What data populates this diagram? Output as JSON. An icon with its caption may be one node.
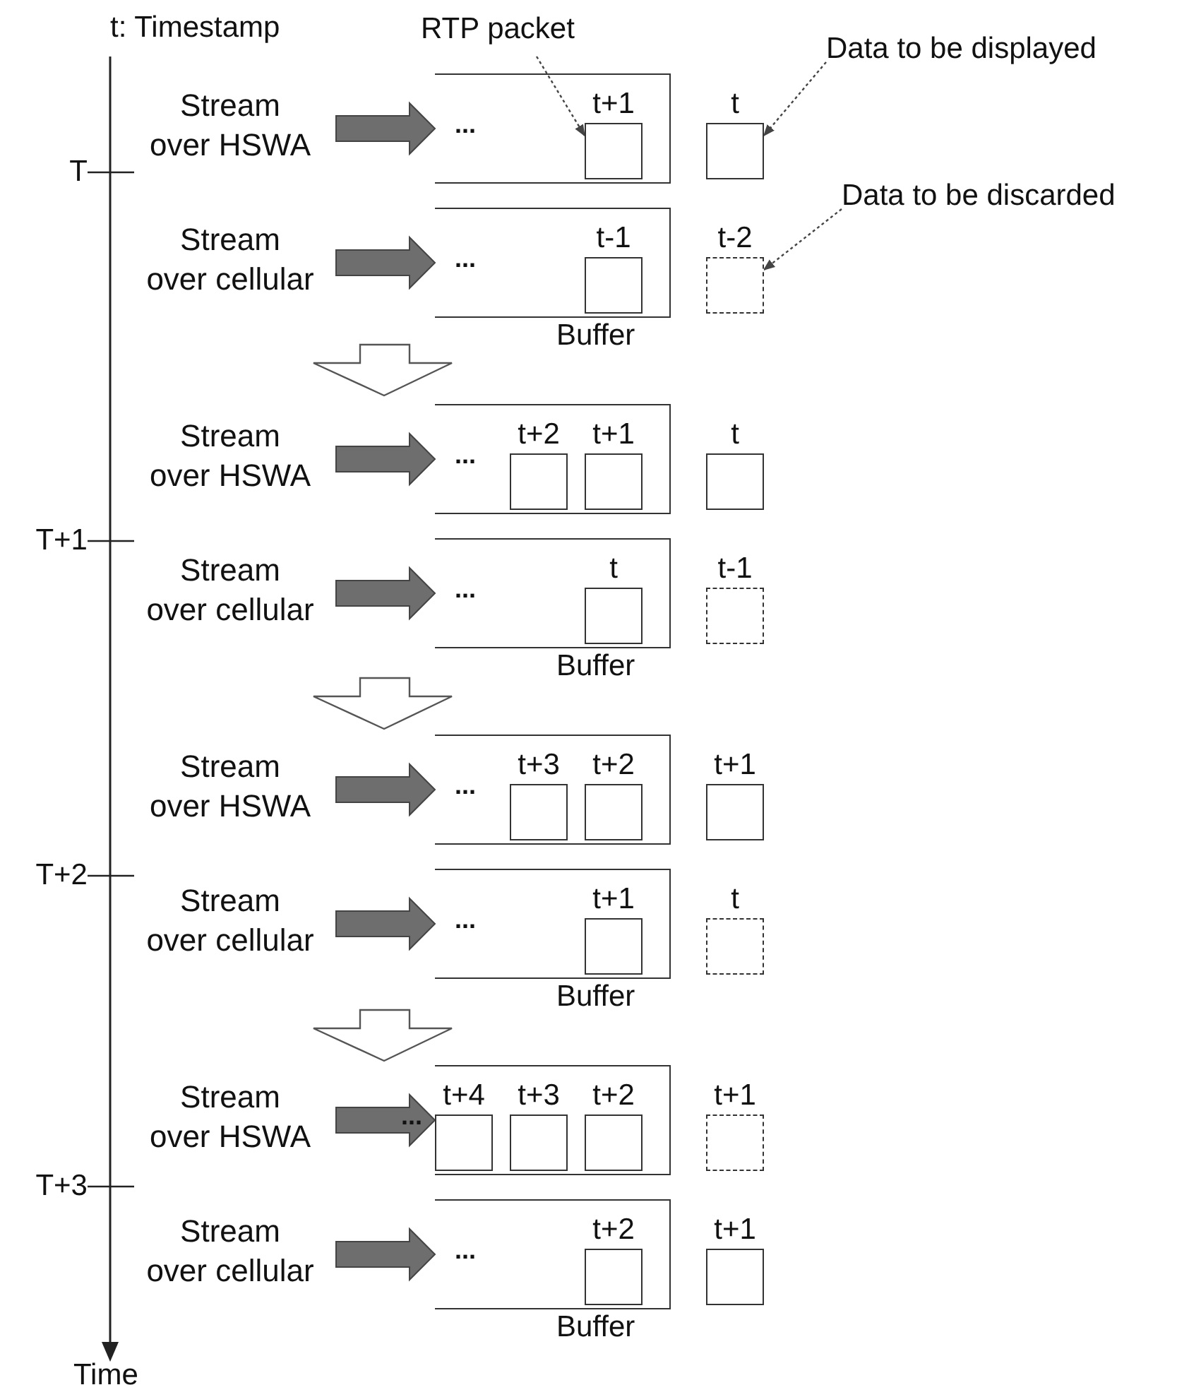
{
  "diagram": {
    "nodes": [
      {
        "text": [
          "RTP packet"
        ]
      },
      {
        "text": [
          "Data to be displayed"
        ]
      },
      {
        "text": [
          "Data to be discarded"
        ]
      },
      {
        "text": [
          "Stream over HSWA"
        ]
      },
      {
        "text": [
          "..."
        ]
      },
      {
        "text": [
          "t+1"
        ],
        "in": 4
      },
      {
        "text": [
          "t"
        ]
      },
      {
        "text": [
          "Stream over cellular"
        ]
      },
      {
        "text": [
          "..."
        ],
        "beside": [
          "Buffer"
        ]
      },
      {
        "text": [
          "t-1"
        ],
        "in": 8
      },
      {
        "text": [
          "t-2"
        ]
      },
      {
        "text": [
          "Stream over HSWA"
        ]
      },
      {
        "text": [
          "..."
        ]
      },
      {
        "text": [
          "t+2"
        ],
        "in": 12
      },
      {
        "text": [
          "t+1"
        ],
        "in": 12
      },
      {
        "text": [
          "t"
        ]
      },
      {
        "text": [
          "Stream over cellular"
        ]
      },
      {
        "text": [
          "..."
        ],
        "beside": [
          "Buffer"
        ]
      },
      {
        "text": [
          "t"
        ],
        "in": 17
      },
      {
        "text": [
          "t-1"
        ]
      },
      {
        "text": [
          "Stream over HSWA"
        ]
      },
      {
        "text": [
          "..."
        ]
      },
      {
        "text": [
          "t+3"
        ],
        "in": 21
      },
      {
        "text": [
          "t+2"
        ],
        "in": 21
      },
      {
        "text": [
          "t+1"
        ]
      },
      {
        "text": [
          "Stream over cellular"
        ]
      },
      {
        "text": [
          "..."
        ],
        "beside": [
          "Buffer"
        ]
      },
      {
        "text": [
          "t+1"
        ],
        "in": 26
      },
      {
        "text": [
          "t"
        ]
      },
      {
        "text": [
          "Stream over HSWA"
        ]
      },
      {
        "text": [
          "..."
        ]
      },
      {
        "text": [
          "t+4"
        ],
        "in": 30
      },
      {
        "text": [
          "t+3"
        ],
        "in": 30
      },
      {
        "text": [
          "t+2"
        ],
        "in": 30
      },
      {
        "text": [
          "t+1"
        ]
      },
      {
        "text": [
          "Stream over cellular"
        ]
      },
      {
        "text": [
          "..."
        ],
        "beside": [
          "Buffer"
        ]
      },
      {
        "text": [
          "t+2"
        ],
        "in": 36
      },
      {
        "text": [
          "t+1"
        ]
      }
    ],
    "edges": [
      {
        "from": 0,
        "to": 5,
        "arrow": "to",
        "style": "dashed"
      },
      {
        "from": 1,
        "to": 6,
        "arrow": "to",
        "style": "dashed"
      },
      {
        "from": 2,
        "to": 10,
        "arrow": "to",
        "style": "dashed"
      },
      {
        "from": 3,
        "to": 4,
        "arrow": "to",
        "style": "thick"
      },
      {
        "from": 7,
        "to": 8,
        "arrow": "to",
        "style": "thick"
      },
      {
        "from": 11,
        "to": 12,
        "arrow": "to",
        "style": "thick"
      },
      {
        "from": 16,
        "to": 17,
        "arrow": "to",
        "style": "thick"
      },
      {
        "from": 20,
        "to": 21,
        "arrow": "to",
        "style": "thick"
      },
      {
        "from": 25,
        "to": 26,
        "arrow": "to",
        "style": "thick"
      },
      {
        "from": 29,
        "to": 30,
        "arrow": "to",
        "style": "thick"
      },
      {
        "from": 35,
        "to": 36,
        "arrow": "to",
        "style": "thick"
      }
    ],
    "labels": [
      "t: Timestamp",
      "T",
      "T+1",
      "T+2",
      "T+3",
      "Time"
    ]
  }
}
